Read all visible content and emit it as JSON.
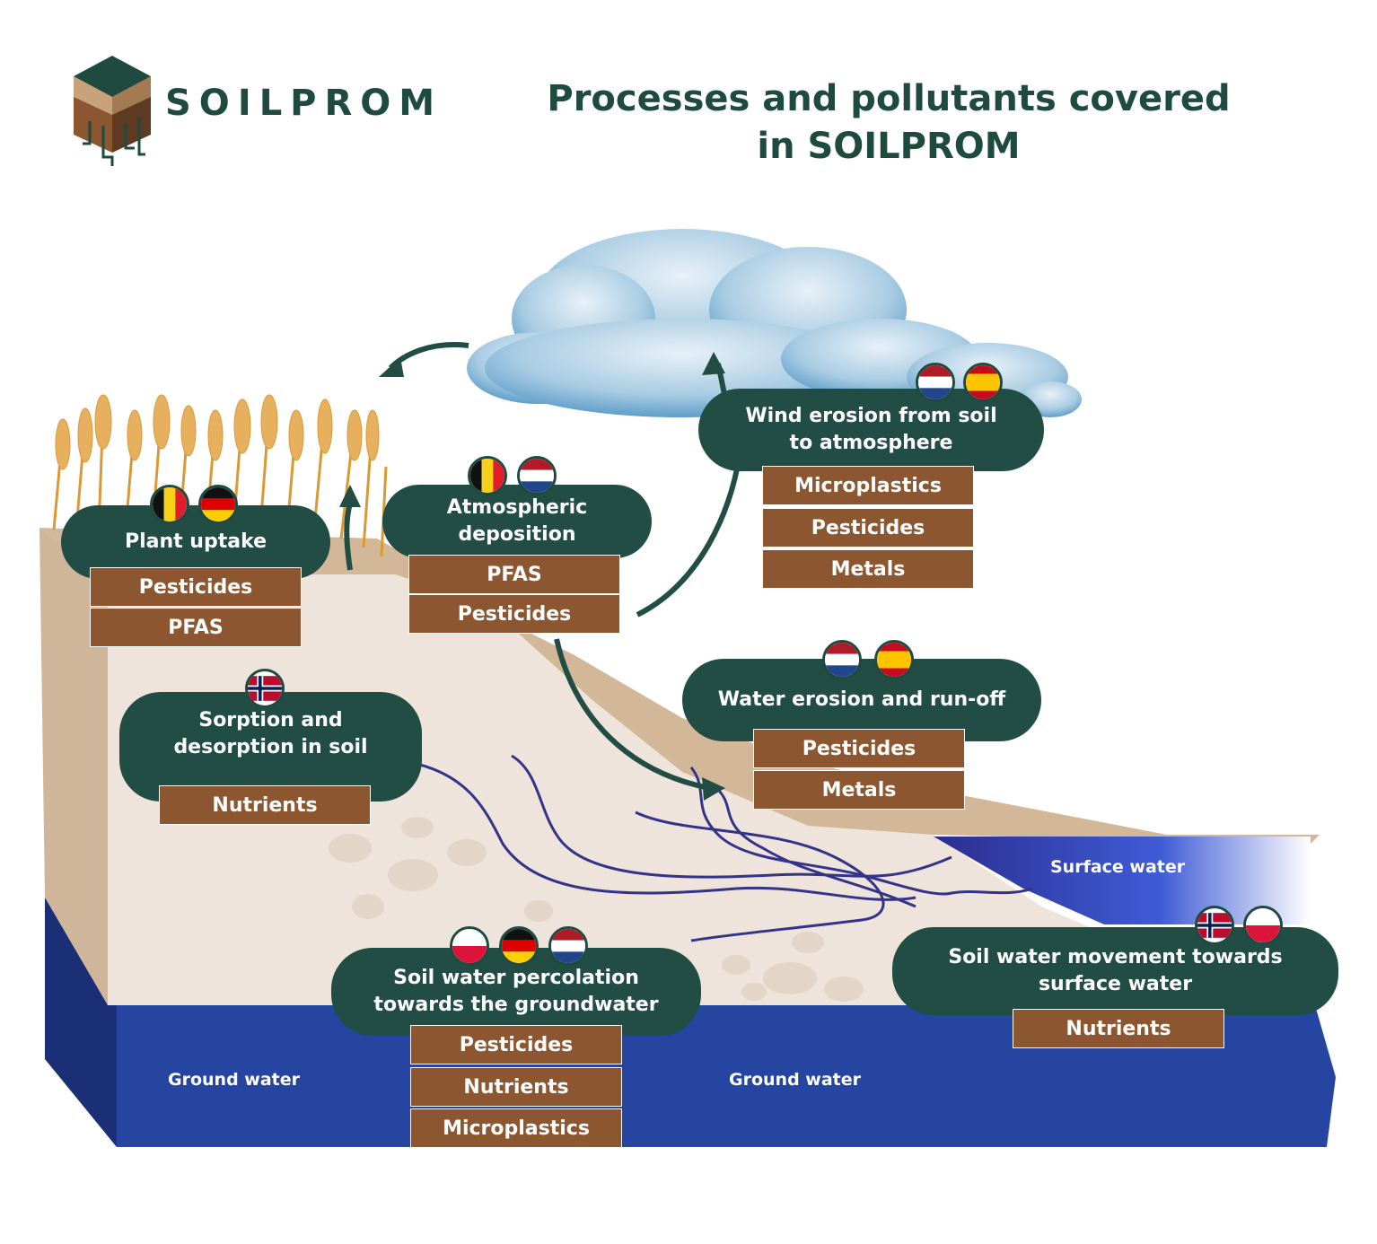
{
  "brand": {
    "name": "SOILPROM"
  },
  "title": {
    "line1": "Processes and pollutants covered",
    "line2": "in SOILPROM"
  },
  "colors": {
    "accent": "#214d44",
    "tag": "#8b5630",
    "groundwater": "#2545a0",
    "soil": "#efe4da"
  },
  "processes": {
    "plant_uptake": {
      "label": "Plant uptake",
      "tags": [
        "Pesticides",
        "PFAS"
      ],
      "flags": [
        "belgium",
        "germany"
      ]
    },
    "atmospheric": {
      "label": "Atmospheric deposition",
      "tags": [
        "PFAS",
        "Pesticides"
      ],
      "flags": [
        "belgium",
        "netherlands"
      ]
    },
    "wind": {
      "label": "Wind erosion from soil to atmosphere",
      "tags": [
        "Microplastics",
        "Pesticides",
        "Metals"
      ],
      "flags": [
        "netherlands",
        "spain"
      ]
    },
    "water_erosion": {
      "label": "Water erosion and run-off",
      "tags": [
        "Pesticides",
        "Metals"
      ],
      "flags": [
        "netherlands",
        "spain"
      ]
    },
    "sorption": {
      "label": "Sorption and desorption in soil",
      "tags": [
        "Nutrients"
      ],
      "flags": [
        "norway"
      ]
    },
    "percolation": {
      "label": "Soil water percolation towards the groundwater",
      "tags": [
        "Pesticides",
        "Nutrients",
        "Microplastics"
      ],
      "flags": [
        "poland",
        "germany",
        "netherlands"
      ]
    },
    "surface_movement": {
      "label": "Soil water movement towards surface water",
      "tags": [
        "Nutrients"
      ],
      "flags": [
        "norway",
        "poland"
      ]
    }
  },
  "labels": {
    "surface_water": "Surface water",
    "groundwater_left": "Ground water",
    "groundwater_right": "Ground water"
  }
}
